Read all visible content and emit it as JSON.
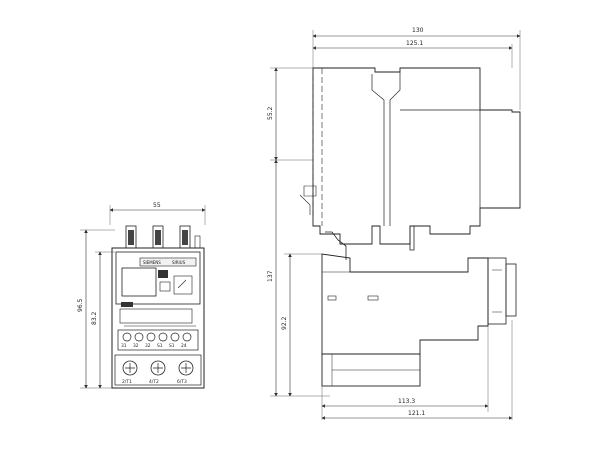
{
  "dimensions": {
    "front_width": "55",
    "front_height_total": "96.5",
    "front_height_body": "83.2",
    "side_total_width": "130",
    "side_width_upper": "125.1",
    "side_top_offset": "55.2",
    "side_height": "137",
    "side_lower_height": "92.2",
    "side_bottom_width": "113.3",
    "side_bottom_total": "121.1"
  },
  "front_panel": {
    "brand_left": "SIEMENS",
    "brand_right": "SIRIUS",
    "terminal_top": [
      "31",
      "32",
      "32",
      "S1",
      "S1",
      "24"
    ],
    "terminal_bottom": [
      "2/T1",
      "4/T2",
      "6/T3"
    ]
  },
  "colors": {
    "line": "#222222",
    "dimline": "#333333",
    "background": "#ffffff"
  }
}
